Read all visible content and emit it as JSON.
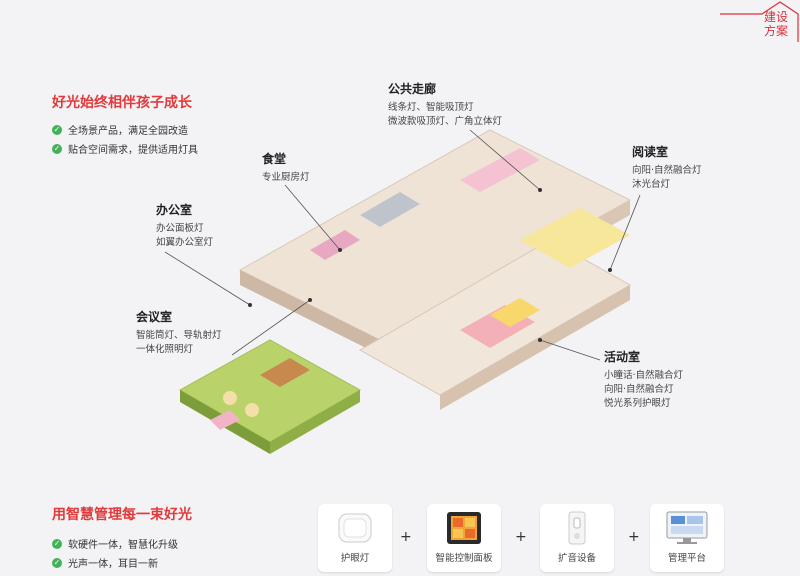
{
  "corner_label": [
    "建设",
    "方案"
  ],
  "headline1": "好光始终相伴孩子成长",
  "bullets1": [
    "全场景产品，满足全园改造",
    "贴合空间需求，提供适用灯具"
  ],
  "areas": [
    {
      "title": "公共走廊",
      "lines": [
        "线条灯、智能吸顶灯",
        "微波款吸顶灯、广角立体灯"
      ]
    },
    {
      "title": "食堂",
      "lines": [
        "专业厨房灯"
      ]
    },
    {
      "title": "阅读室",
      "lines": [
        "向阳·自然融合灯",
        "沐光台灯"
      ]
    },
    {
      "title": "办公室",
      "lines": [
        "办公面板灯",
        "如翼办公室灯"
      ]
    },
    {
      "title": "会议室",
      "lines": [
        "智能筒灯、导轨射灯",
        "一体化照明灯"
      ]
    },
    {
      "title": "活动室",
      "lines": [
        "小瞳话·自然融合灯",
        "向阳·自然融合灯",
        "悦光系列护眼灯"
      ]
    }
  ],
  "headline2": "用智慧管理每一束好光",
  "bullets2": [
    "软硬件一体，智慧化升级",
    "光声一体，耳目一新"
  ],
  "devices": [
    "护眼灯",
    "智能控制面板",
    "扩音设备",
    "管理平台"
  ],
  "plus_sign": "+",
  "check_glyph": "✓",
  "colors": {
    "accent_red": "#e23a3a",
    "check_green": "#40b35a",
    "background": "#f3f3f6"
  }
}
